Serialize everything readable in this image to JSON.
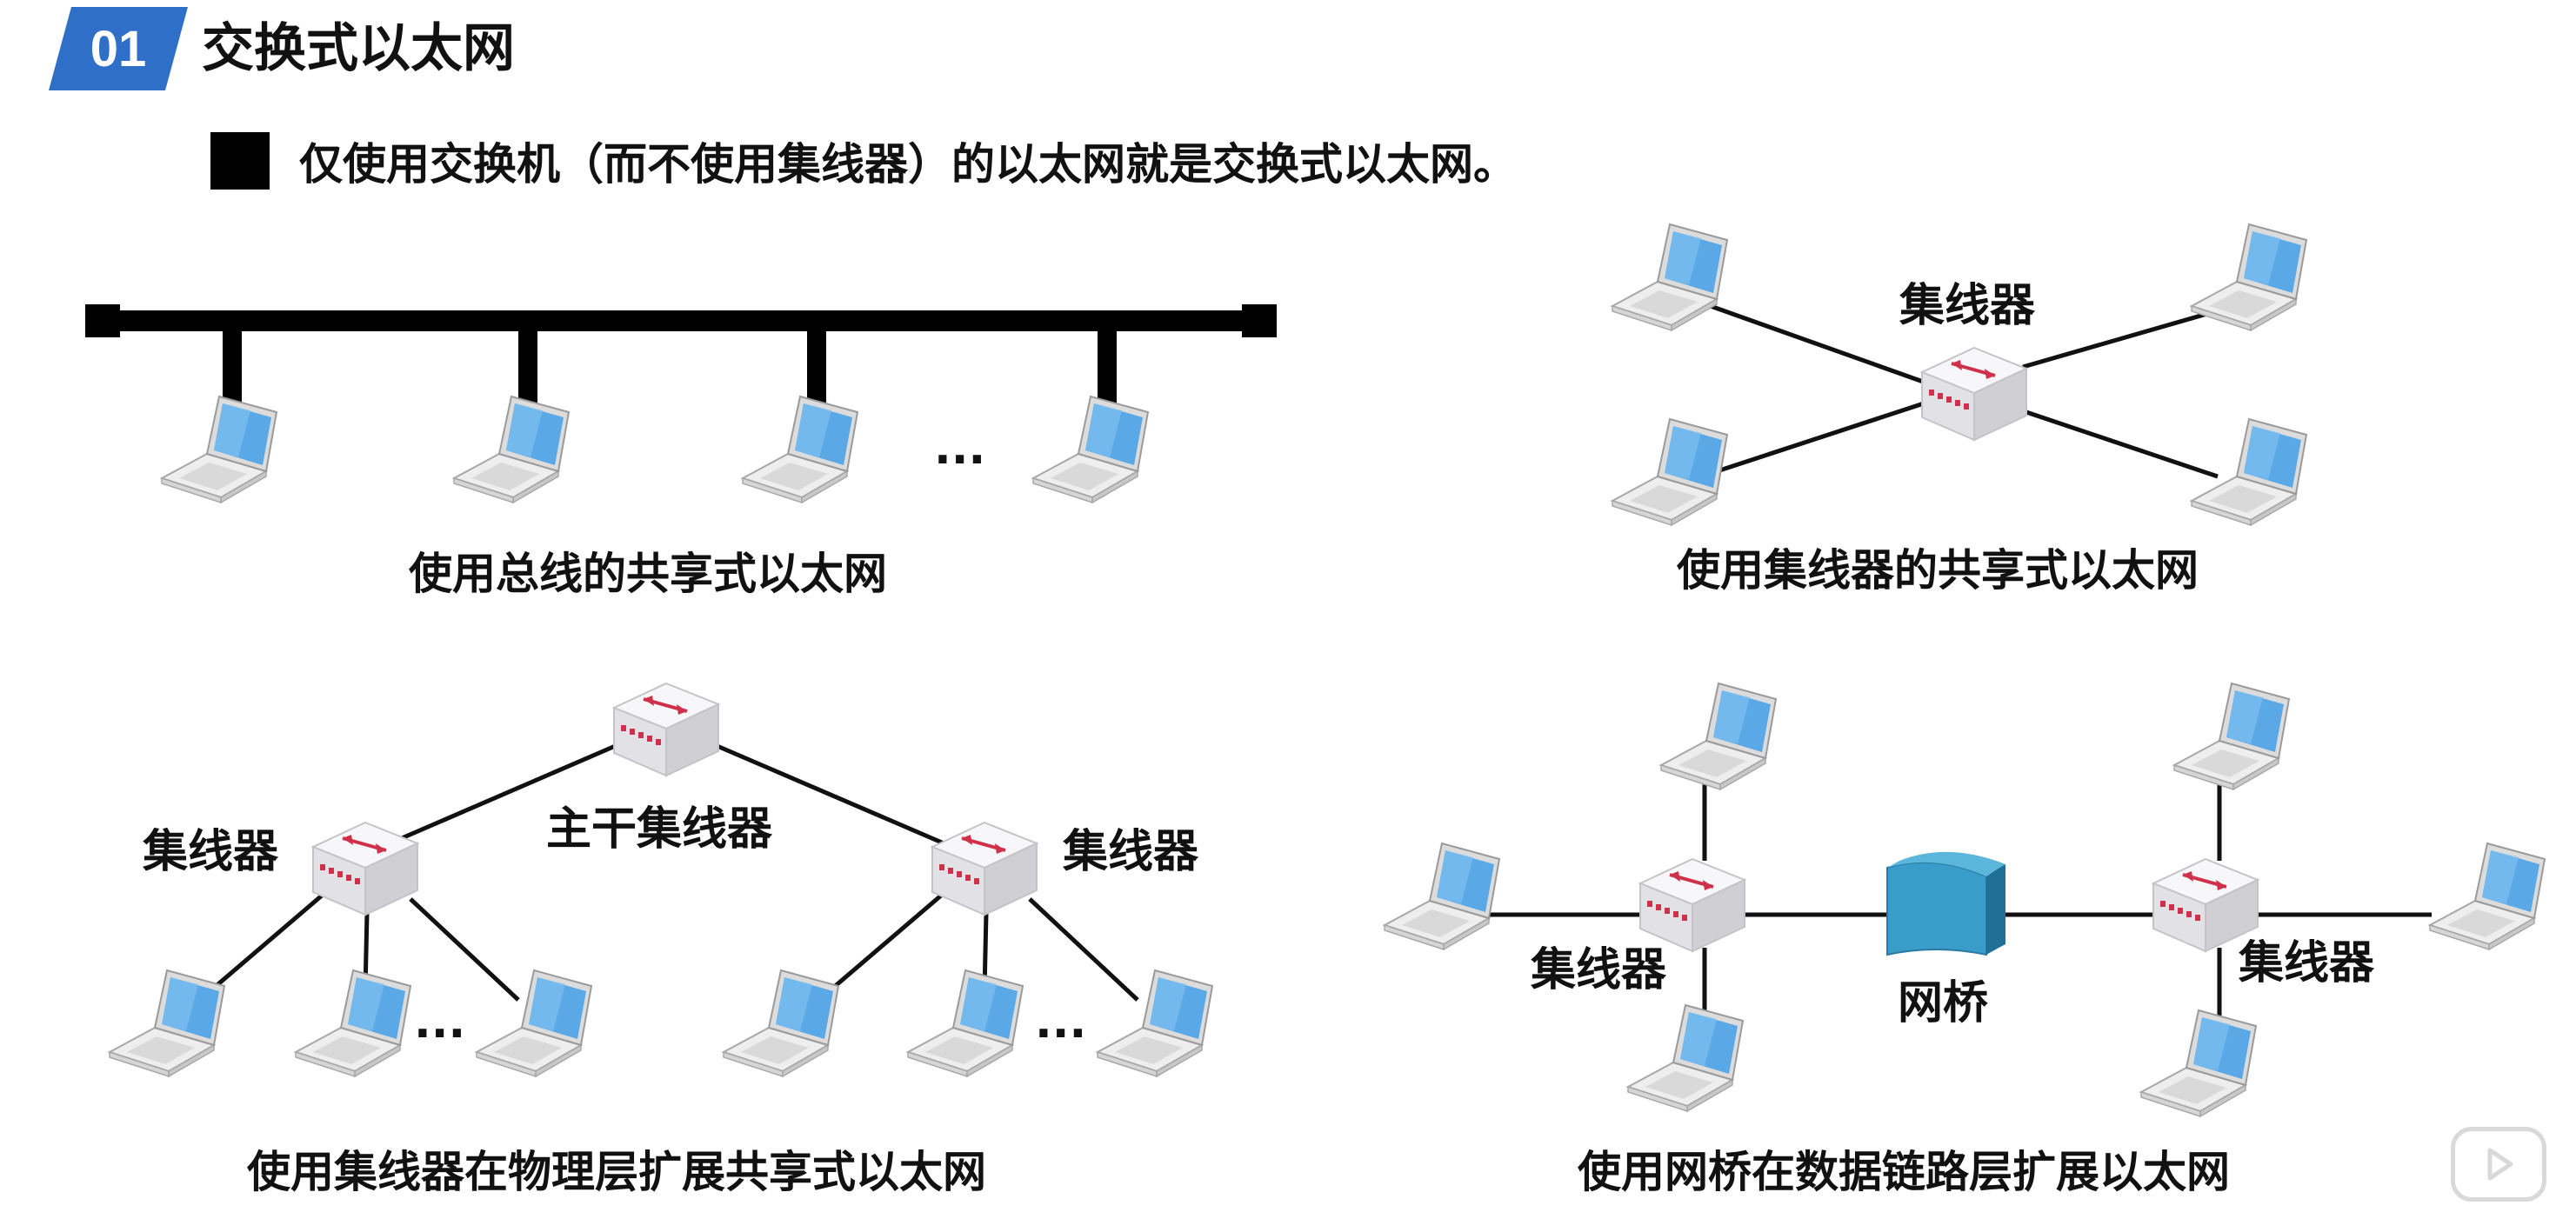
{
  "header": {
    "badge": "01",
    "title": "交换式以太网"
  },
  "bullet": "仅使用交换机（而不使用集线器）的以太网就是交换式以太网。",
  "panels": {
    "bus": {
      "caption": "使用总线的共享式以太网",
      "ellipsis": "..."
    },
    "hub": {
      "caption": "使用集线器的共享式以太网",
      "hub_label": "集线器"
    },
    "hub_expand": {
      "caption": "使用集线器在物理层扩展共享式以太网",
      "backbone_label": "主干集线器",
      "left_hub_label": "集线器",
      "right_hub_label": "集线器",
      "ellipsis_left": "...",
      "ellipsis_right": "..."
    },
    "bridge": {
      "caption": "使用网桥在数据链路层扩展以太网",
      "left_hub_label": "集线器",
      "right_hub_label": "集线器",
      "bridge_label": "网桥"
    }
  },
  "icons": [
    "laptop-icon",
    "hub-icon",
    "bridge-icon",
    "play-icon"
  ],
  "colors": {
    "badge": "#2f6fc7",
    "laptop_screen": "#5aa8e6",
    "hub_body": "#e8e8ec",
    "hub_arrow": "#d0314a",
    "bridge": "#3a9cc9"
  }
}
